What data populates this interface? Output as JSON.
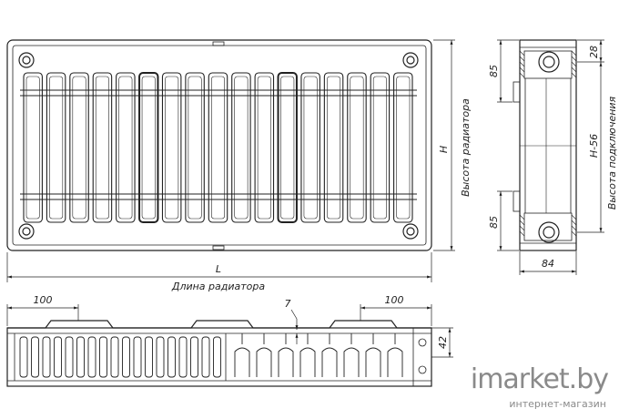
{
  "dimensions": {
    "front_height": "H",
    "front_length": "L",
    "side_top_offset": "28",
    "side_top_margin": "85",
    "side_bottom_margin": "85",
    "side_connection_height": "H-56",
    "side_depth": "84",
    "bottom_left_offset": "100",
    "bottom_right_offset": "100",
    "bottom_gap": "7",
    "bottom_height": "42"
  },
  "labels": {
    "radiator_height": "Высота радиатора",
    "connection_height": "Высота подключения",
    "radiator_length": "Длина радиатора"
  },
  "watermark": {
    "brand": "imarket.by",
    "subtitle": "интернет-магазин"
  }
}
